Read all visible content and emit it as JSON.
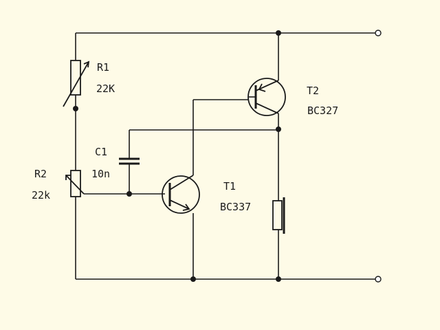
{
  "components": {
    "r1": {
      "ref": "R1",
      "value": "22K"
    },
    "r2": {
      "ref": "R2",
      "value": "22k"
    },
    "c1": {
      "ref": "C1",
      "value": "10n"
    },
    "t1": {
      "ref": "T1",
      "value": "BC337"
    },
    "t2": {
      "ref": "T2",
      "value": "BC327"
    }
  },
  "colors": {
    "background": "#fefbe7",
    "ink": "#1a1a1a"
  }
}
